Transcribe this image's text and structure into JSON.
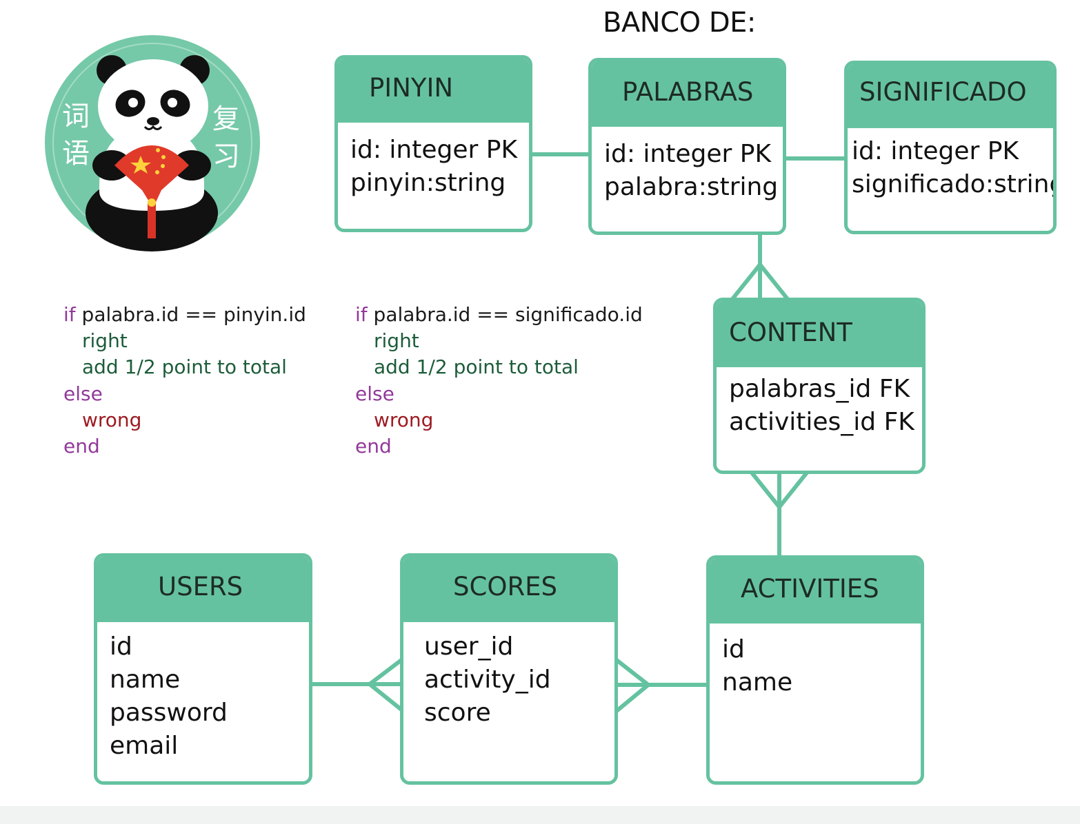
{
  "title": "BANCO DE:",
  "colors": {
    "accent": "#65c2a0",
    "header_text": "#1d2b26",
    "keyword": "#92399a",
    "right": "#1d5c3a",
    "wrong": "#9e1a22"
  },
  "logo": {
    "left_chars": [
      "词",
      "语"
    ],
    "right_chars": [
      "复",
      "习"
    ]
  },
  "entities": {
    "pinyin": {
      "name": "PINYIN",
      "fields": [
        "id: integer PK",
        "pinyin:string"
      ]
    },
    "palabras": {
      "name": "PALABRAS",
      "fields": [
        "id: integer PK",
        "palabra:string"
      ]
    },
    "significado": {
      "name": "SIGNIFICADO",
      "fields": [
        "id: integer PK",
        "significado:string"
      ]
    },
    "content": {
      "name": "CONTENT",
      "fields": [
        "palabras_id FK",
        "activities_id FK"
      ]
    },
    "users": {
      "name": "USERS",
      "fields": [
        "id",
        "name",
        "password",
        "email"
      ]
    },
    "scores": {
      "name": "SCORES",
      "fields": [
        "user_id",
        "activity_id",
        "score"
      ]
    },
    "activities": {
      "name": "ACTIVITIES",
      "fields": [
        "id",
        "name"
      ]
    }
  },
  "code_blocks": {
    "pinyin": {
      "if_kw": "if",
      "condition": "palabra.id ==  pinyin.id",
      "right": "right",
      "add": "add 1/2 point to total",
      "else_kw": "else",
      "wrong": "wrong",
      "end_kw": "end"
    },
    "significado": {
      "if_kw": "if",
      "condition": "palabra.id ==  significado.id",
      "right": "right",
      "add": "add 1/2 point to total",
      "else_kw": "else",
      "wrong": "wrong",
      "end_kw": "end"
    }
  }
}
